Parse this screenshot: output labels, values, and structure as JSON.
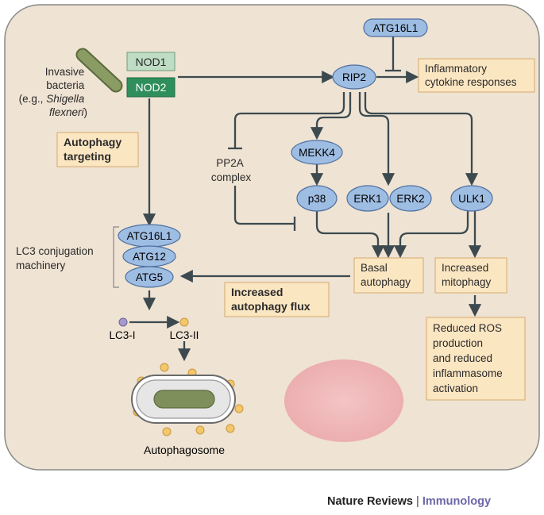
{
  "colors": {
    "panel_fill": "#efe3d3",
    "panel_stroke": "#8a8a8a",
    "protein_fill": "#9ebde3",
    "protein_stroke": "#4f6f9f",
    "label_box_fill": "#fbe6c2",
    "label_box_stroke": "#d4aa6e",
    "nod1_fill": "#bfdcc4",
    "nod2_fill": "#2f8f5c",
    "arrow": "#3c4a50",
    "blob": "#f1b7b8",
    "bacterium": "#7f8f5c",
    "lc3_i": "#a59acb",
    "lc3_ii": "#f4c76b"
  },
  "icons": {
    "bacterium": "bacterium-icon",
    "autophagosome": "autophagosome-icon",
    "lc3_i": "lc3-i-dot-icon",
    "lc3_ii": "lc3-ii-dot-icon"
  },
  "bacteria": {
    "line1": "Invasive",
    "line2": "bacteria",
    "line3": "(e.g., ",
    "line3_species": "Shigella",
    "line4_species": "flexneri",
    "line4_end": ")"
  },
  "receptors": {
    "nod1": "NOD1",
    "nod2": "NOD2"
  },
  "proteins": {
    "atg16l1_top": "ATG16L1",
    "rip2": "RIP2",
    "mekk4": "MEKK4",
    "p38": "p38",
    "erk1": "ERK1",
    "erk2": "ERK2",
    "ulk1": "ULK1",
    "atg16l1": "ATG16L1",
    "atg12": "ATG12",
    "atg5": "ATG5"
  },
  "boxes": {
    "inflammatory": [
      "Inflammatory",
      "cytokine responses"
    ],
    "autophagy_targeting": [
      "Autophagy",
      "targeting"
    ],
    "basal_autophagy": [
      "Basal",
      "autophagy"
    ],
    "increased_mitophagy": [
      "Increased",
      "mitophagy"
    ],
    "increased_flux": [
      "Increased",
      "autophagy flux"
    ],
    "reduced_ros": [
      "Reduced ROS",
      "production",
      "and reduced",
      "inflammasome",
      "activation"
    ]
  },
  "labels": {
    "pp2a": [
      "PP2A",
      "complex"
    ],
    "lc3_machinery": [
      "LC3 conjugation",
      "machinery"
    ],
    "lc3_i": "LC3-I",
    "lc3_ii": "LC3-II",
    "autophagosome": "Autophagosome"
  },
  "footer": {
    "journal": "Nature Reviews",
    "separator": " | ",
    "section": "Immunology"
  }
}
